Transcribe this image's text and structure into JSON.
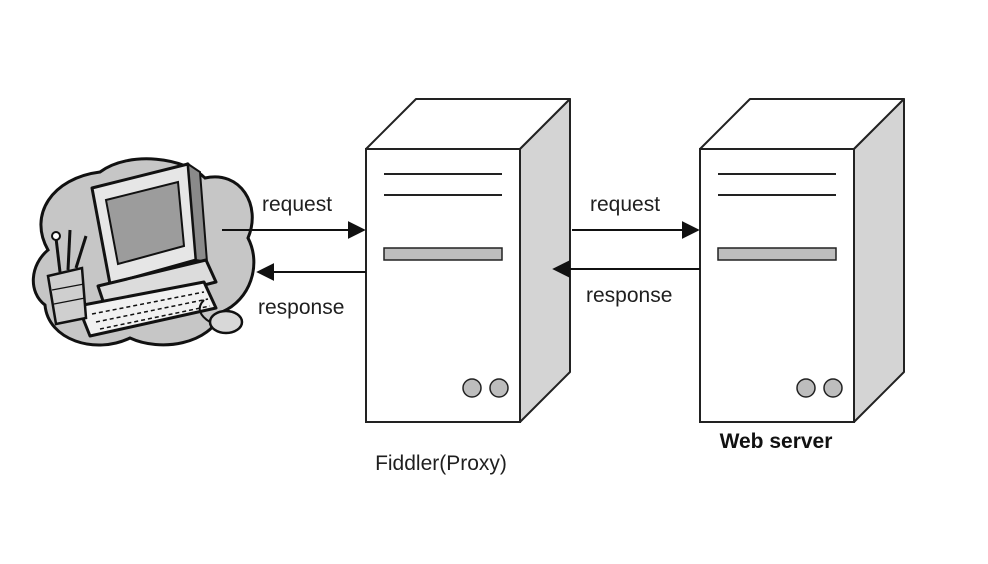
{
  "diagram": {
    "nodes": {
      "client": {
        "icon": "computer-workstation-icon"
      },
      "proxy": {
        "label": "Fiddler(Proxy)",
        "icon": "server-tower-icon"
      },
      "server": {
        "label": "Web server",
        "icon": "server-tower-icon"
      }
    },
    "edges": {
      "client_to_proxy": {
        "label": "request"
      },
      "proxy_to_client": {
        "label": "response"
      },
      "proxy_to_server": {
        "label": "request"
      },
      "server_to_proxy": {
        "label": "response"
      }
    }
  }
}
